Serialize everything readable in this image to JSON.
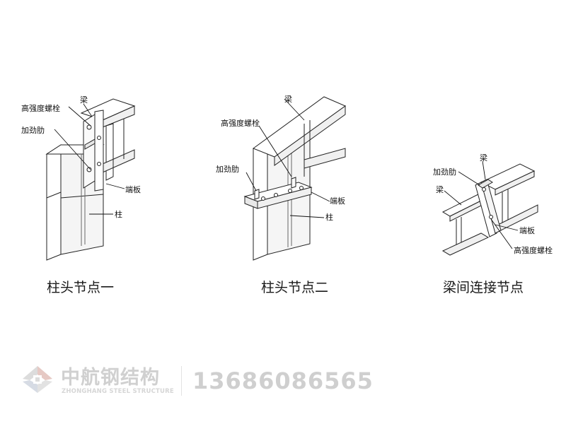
{
  "figures": [
    {
      "caption": "柱头节点一",
      "labels": {
        "beam": "梁",
        "bolt": "高强度螺栓",
        "stiffener": "加劲肋",
        "end_plate": "端板",
        "column": "柱"
      }
    },
    {
      "caption": "柱头节点二",
      "labels": {
        "beam": "梁",
        "bolt": "高强度螺栓",
        "stiffener": "加劲肋",
        "end_plate": "端板",
        "column": "柱"
      }
    },
    {
      "caption": "梁间连接节点",
      "labels": {
        "stiffener": "加劲肋",
        "beam_right": "梁",
        "beam_left": "梁",
        "end_plate": "端板",
        "bolt": "高强度螺栓"
      }
    }
  ],
  "watermark": {
    "brand_cn": "中航钢结构",
    "brand_en": "ZHONGHANG STEEL STRUCTURE",
    "phone": "13686086565",
    "logo_icon": "zhonghang-logo-icon",
    "text_color": "#cfcfcf"
  }
}
